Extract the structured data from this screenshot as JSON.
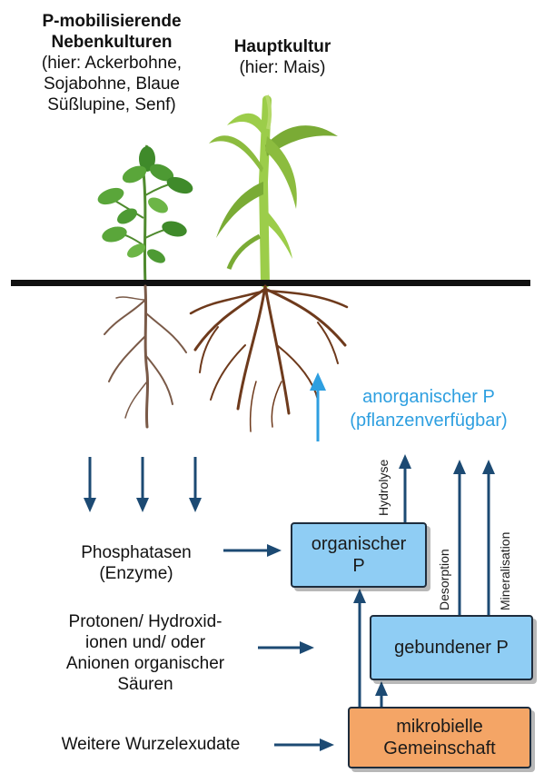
{
  "colors": {
    "arrow_dark": "#1c4a73",
    "arrow_light": "#2e9fe0",
    "box_blue": "#8fcdf4",
    "box_orange": "#f4a566",
    "soil_line": "#111111",
    "root_brown": "#6e3a1c",
    "leaf_green": "#5a9e3a",
    "corn_green": "#8cbc3f"
  },
  "header": {
    "cover_crops": {
      "title_line1": "P-mobilisierende",
      "title_line2": "Nebenkulturen",
      "detail_line1": "(hier: Ackerbohne,",
      "detail_line2": "Sojabohne, Blaue",
      "detail_line3": "Süßlupine, Senf)"
    },
    "main_crop": {
      "title": "Hauptkultur",
      "detail": "(hier: Mais)"
    }
  },
  "plant_available": {
    "line1": "anorganischer P",
    "line2": "(pflanzenverfügbar)"
  },
  "exudates": {
    "phosphatases_line1": "Phosphatasen",
    "phosphatases_line2": "(Enzyme)",
    "protons_line1": "Protonen/ Hydroxid-",
    "protons_line2": "ionen und/ oder",
    "protons_line3": "Anionen organischer",
    "protons_line4": "Säuren",
    "other": "Weitere Wurzelexudate"
  },
  "boxes": {
    "organic_line1": "organischer",
    "organic_line2": "P",
    "bound": "gebundener P",
    "microbial_line1": "mikrobielle",
    "microbial_line2": "Gemeinschaft"
  },
  "processes": {
    "hydrolysis": "Hydrolyse",
    "desorption": "Desorption",
    "mineralisation": "Mineralisation"
  },
  "icons": [
    "bean-plant-icon",
    "corn-plant-icon",
    "root-system-icon"
  ]
}
